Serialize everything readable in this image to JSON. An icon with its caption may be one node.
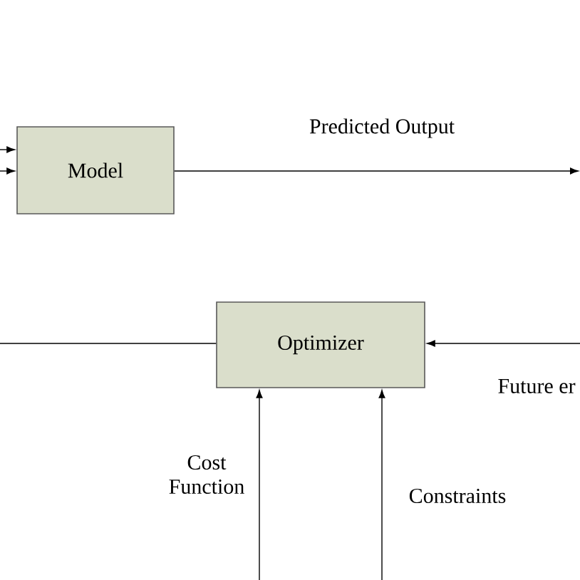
{
  "diagram": {
    "nodes": [
      {
        "text": [
          "Model"
        ]
      },
      {
        "text": [
          "Optimizer"
        ]
      }
    ],
    "edges": [
      {
        "from": null,
        "to": 0,
        "arrow": "to"
      },
      {
        "from": null,
        "to": 0,
        "arrow": "to"
      },
      {
        "from": 0,
        "to": null,
        "arrow": "to",
        "label": "Predicted Output"
      },
      {
        "from": 1,
        "to": null,
        "arrow": "none"
      },
      {
        "from": null,
        "to": 1,
        "arrow": "to",
        "label": "Future er"
      },
      {
        "from": null,
        "to": 1,
        "arrow": "to",
        "label": "Cost Function"
      },
      {
        "from": null,
        "to": 1,
        "arrow": "to",
        "label": "Constraints"
      }
    ]
  }
}
